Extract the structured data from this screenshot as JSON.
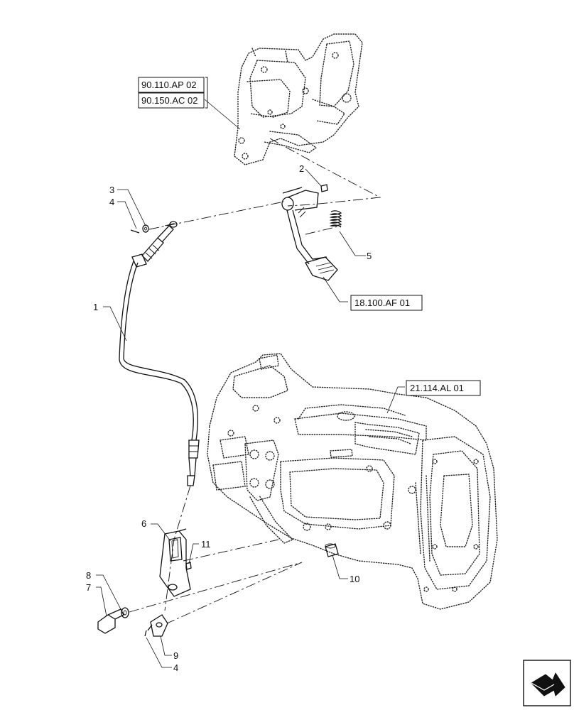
{
  "references": [
    {
      "id": "ref-90-110",
      "label": "90.110.AP 02"
    },
    {
      "id": "ref-90-150",
      "label": "90.150.AC 02"
    },
    {
      "id": "ref-18-100",
      "label": "18.100.AF 01"
    },
    {
      "id": "ref-21-114",
      "label": "21.114.AL 01"
    }
  ],
  "callouts": [
    "1",
    "2",
    "3",
    "4",
    "5",
    "6",
    "7",
    "8",
    "9",
    "4",
    "10",
    "11"
  ],
  "nav_icon": "next-page-arrow-icon"
}
